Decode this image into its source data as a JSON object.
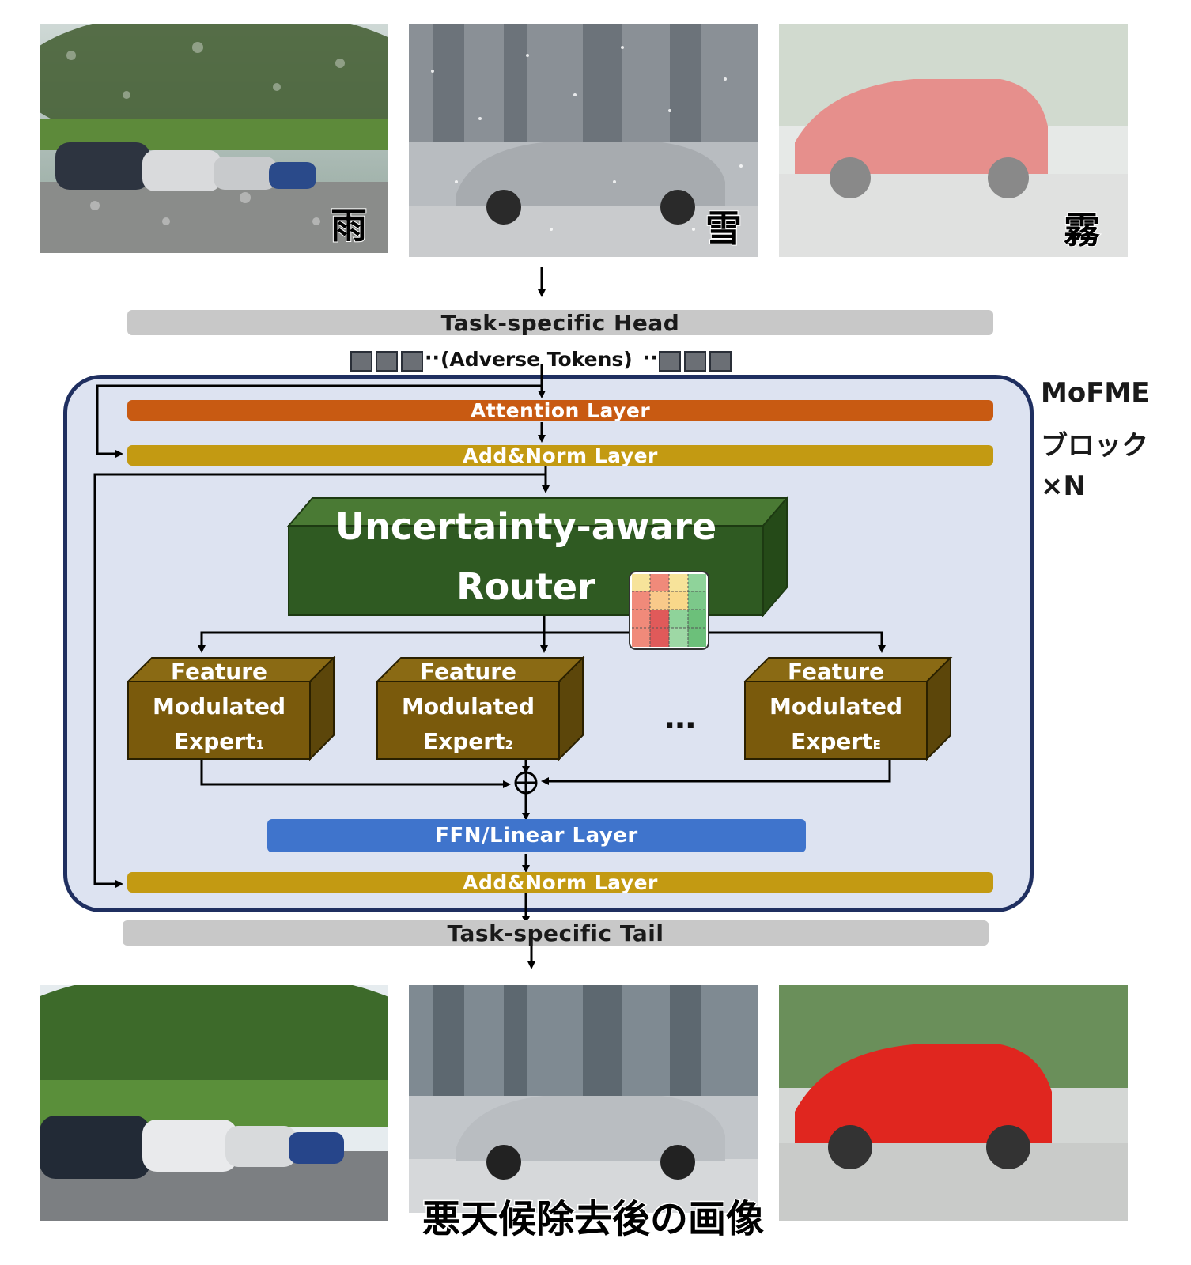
{
  "weather_labels": [
    "雨",
    "雪",
    "霧"
  ],
  "bars": {
    "head": "Task-specific Head",
    "tokens": "(Adverse Tokens)",
    "attention": "Attention Layer",
    "add_norm_1": "Add&Norm Layer",
    "ffn": "FFN/Linear Layer",
    "add_norm_2": "Add&Norm Layer",
    "tail": "Task-specific Tail"
  },
  "router": {
    "line1": "Uncertainty-aware",
    "line2": "Router"
  },
  "experts": [
    {
      "line1": "Feature",
      "line2": "Modulated",
      "line3": "Expert",
      "sub": "1"
    },
    {
      "line1": "Feature",
      "line2": "Modulated",
      "line3": "Expert",
      "sub": "2"
    },
    {
      "line1": "Feature",
      "line2": "Modulated",
      "line3": "Expert",
      "sub": "E"
    }
  ],
  "ellipsis": "…",
  "block_label": {
    "line1": "MoFME",
    "line2": "ブロック",
    "line3": "×N"
  },
  "caption": "悪天候除去後の画像",
  "colors": {
    "attention": "#c85a12",
    "add_norm": "#c39a12",
    "ffn": "#3f74cc",
    "router": "#2f5a22",
    "expert": "#7a5a0c",
    "block_bg": "#dde3f1",
    "block_border": "#1f2f60"
  }
}
